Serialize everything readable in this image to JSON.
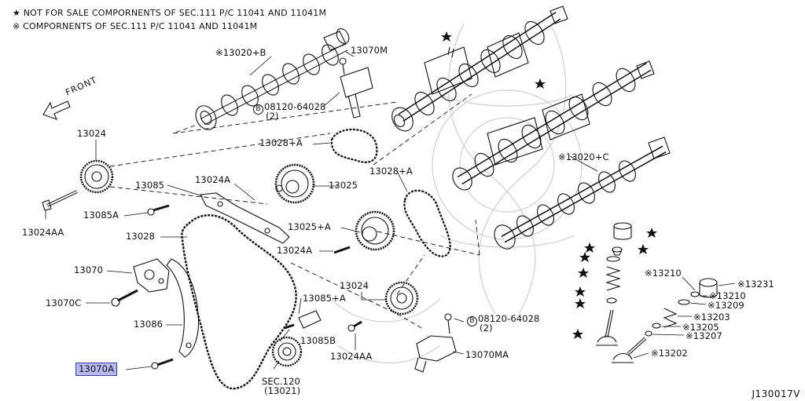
{
  "notes": {
    "star": "★ NOT FOR SALE COMPORNENTS OF SEC.111 P/C 11041 AND 11041M",
    "kome": "※ COMPORNENTS OF SEC.111 P/C 11041 AND 11041M"
  },
  "front": "FRONT",
  "diagram_code": "J130017V",
  "labels": {
    "cam_13020b": "※13020+B",
    "p13070m": "13070M",
    "bolt_upper_num": "08120-64028",
    "bolt_upper_b": "B",
    "bolt_upper_qty": "(2)",
    "p13024_top": "13024",
    "p13028b": "13028+A",
    "p13028a": "13028+A",
    "p13024a_top": "13024A",
    "p13025": "13025",
    "p13085": "13085",
    "p13085a": "13085A",
    "p13028": "13028",
    "p13025a": "13025+A",
    "p13024a_mid": "13024A",
    "p13024aa_left": "13024AA",
    "p13070": "13070",
    "p13070c": "13070C",
    "p13086": "13086",
    "p13070a": "13070A",
    "p13085b": "13085+A",
    "p13024_mid": "13024",
    "p13085bb": "13085B",
    "p13024aa_mid": "13024AA",
    "sec120": "SEC.120",
    "sec120_sub": "(13021)",
    "bolt_lower_num": "08120-64028",
    "bolt_lower_b": "B",
    "bolt_lower_qty": "(2)",
    "p13070ma": "13070MA",
    "cam_13020c": "※13020+C",
    "p13210a": "※13210",
    "p13231": "※13231",
    "p13210b": "※13210",
    "p13209": "※13209",
    "p13203": "※13203",
    "p13205": "※13205",
    "p13207": "※13207",
    "p13202": "※13202"
  },
  "highlight_color": "#b7b9f0"
}
